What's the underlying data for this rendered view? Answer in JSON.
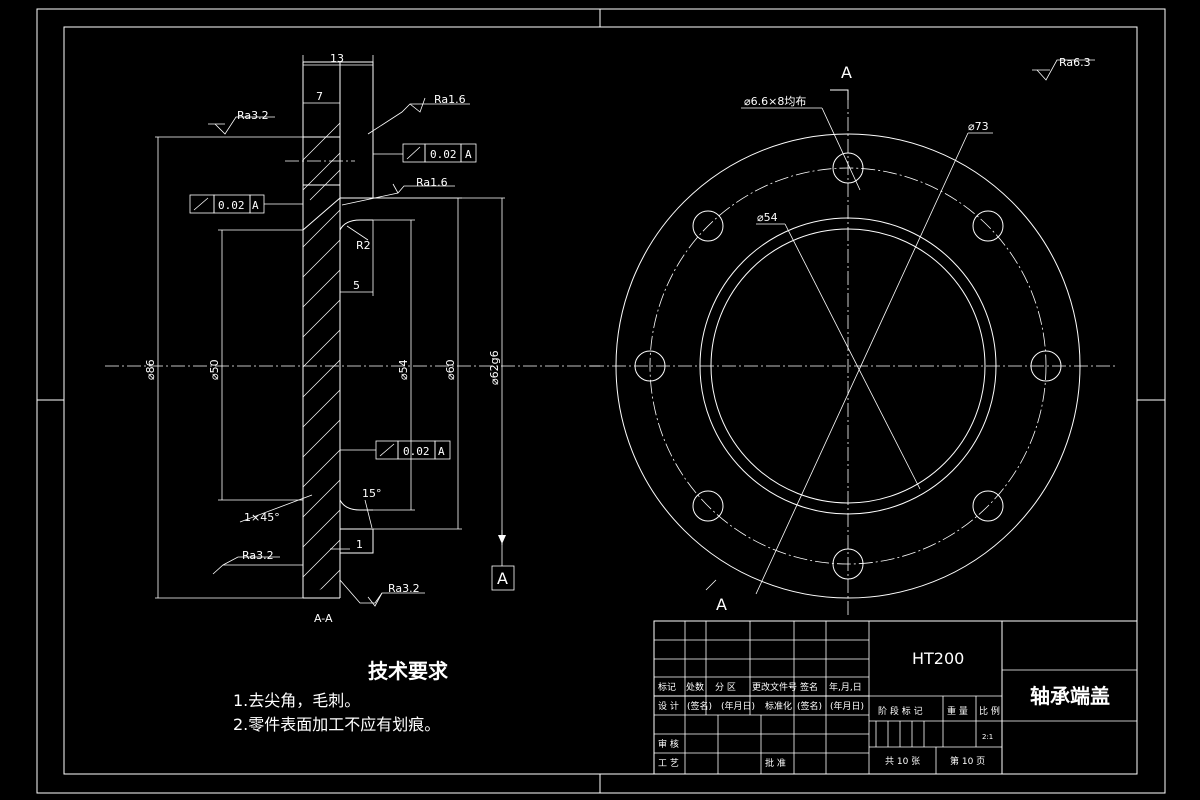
{
  "section_label": "A-A",
  "section_view": {
    "dims": {
      "width_13": "13",
      "width_7": "7",
      "depth_5": "5",
      "gap_1": "1",
      "radius": "R2",
      "angle": "15°",
      "chamfer": "1×45°",
      "d86": "⌀86",
      "d50": "⌀50",
      "d54": "⌀54",
      "d60": "⌀60",
      "d62": "⌀62g6"
    },
    "roughness": {
      "ra_top": "Ra1.6",
      "ra_step": "Ra1.6",
      "ra_left": "Ra3.2",
      "ra_lower_left": "Ra3.2",
      "ra_bottom": "Ra3.2"
    },
    "tolerances": {
      "tol_top": {
        "value": "0.02",
        "datum": "A"
      },
      "tol_left": {
        "value": "0.02",
        "datum": "A"
      },
      "tol_mid": {
        "value": "0.02",
        "datum": "A"
      }
    },
    "datum_label": "A"
  },
  "front_view": {
    "cut_label_top": "A",
    "cut_label_bottom": "A",
    "hole_note": "⌀6.6×8均布",
    "d73": "⌀73",
    "d54": "⌀54",
    "general_roughness": "Ra6.3"
  },
  "requirements": {
    "heading": "技术要求",
    "items": [
      "1.去尖角，毛刺。",
      "2.零件表面加工不应有划痕。"
    ]
  },
  "title_block": {
    "material": "HT200",
    "part_name": "轴承端盖",
    "row_headers": [
      "标记",
      "处数",
      "分 区",
      "更改文件号",
      "签名",
      "年,月,日"
    ],
    "design_row": [
      "设 计",
      "(签名)",
      "(年月日)",
      "标准化",
      "(签名)",
      "(年月日)"
    ],
    "stage_headers": [
      "阶 段 标 记",
      "重 量",
      "比 例"
    ],
    "scale_value": "2:1",
    "review": "审 核",
    "process": "工 艺",
    "approve": "批 准",
    "sheets_total": "共 10 张",
    "sheet_no": "第 10 页"
  }
}
